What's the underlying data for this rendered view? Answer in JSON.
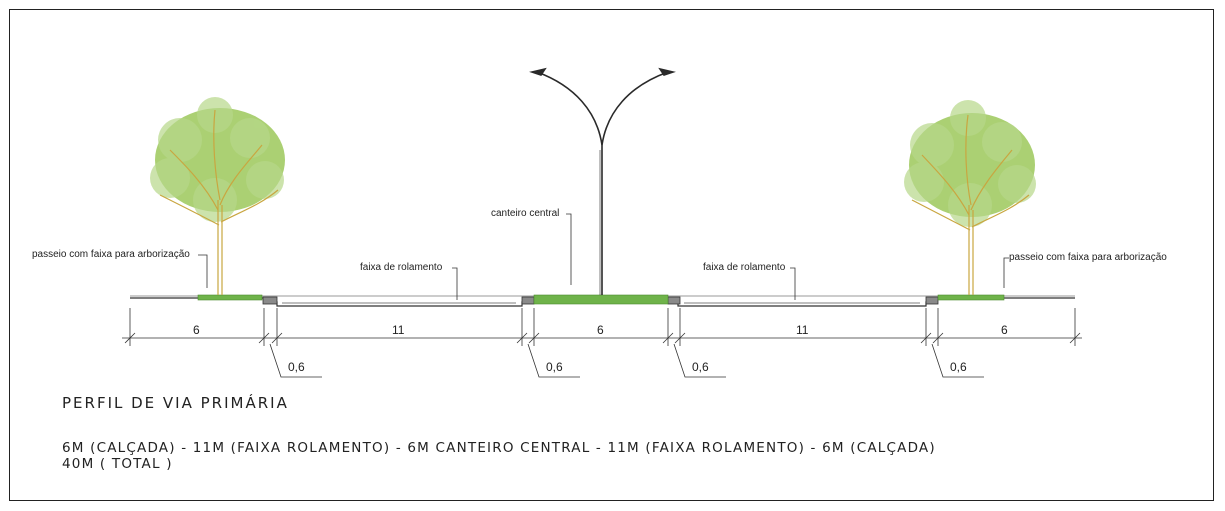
{
  "colors": {
    "line": "#333333",
    "grass": "#6fb34a",
    "foliage": "#8fbf4a",
    "trunk": "#c9a640"
  },
  "labels": {
    "sidewalk_left": "passeio com faixa para arborização",
    "lane_left": "faixa de rolamento",
    "median": "canteiro central",
    "lane_right": "faixa de rolamento",
    "sidewalk_right": "passeio com faixa para arborização"
  },
  "dimensions": {
    "main": [
      "6",
      "11",
      "6",
      "11",
      "6"
    ],
    "curbs": [
      "0,6",
      "0,6",
      "0,6",
      "0,6"
    ]
  },
  "title": "PERFIL DE VIA PRIMÁRIA",
  "description_line1": "6M (CALÇADA) - 11M (FAIXA ROLAMENTO) - 6M CANTEIRO CENTRAL - 11M (FAIXA ROLAMENTO) - 6M (CALÇADA)",
  "description_line2": "40M ( TOTAL )",
  "icons": {
    "tree_left": "tree-icon",
    "tree_right": "tree-icon",
    "lamp": "street-lamp-icon"
  }
}
